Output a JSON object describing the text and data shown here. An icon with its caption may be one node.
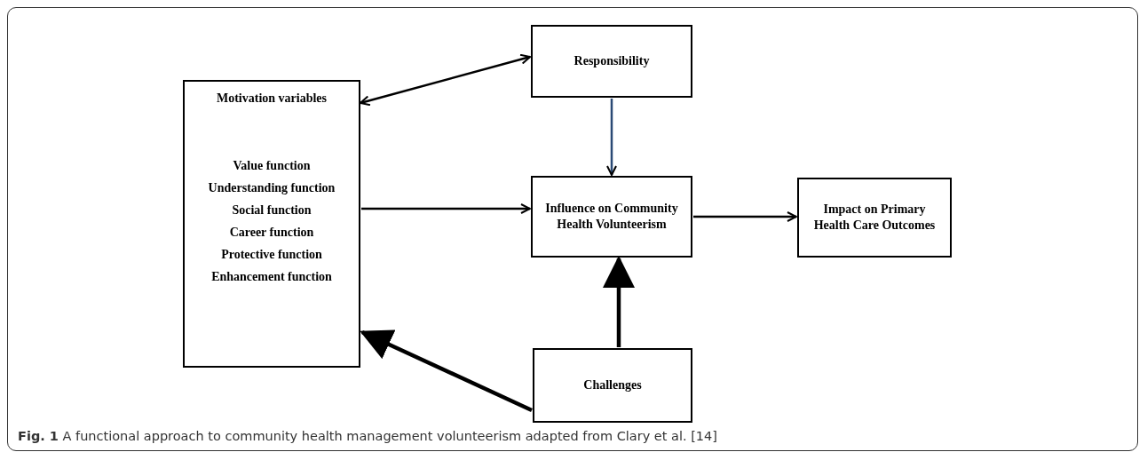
{
  "diagram": {
    "caption": "**Fig. 1** A functional approach to community health management volunteerism adapted from Clary et al. [14]",
    "nodes": [
      {
        "text": [
          "Motivation variables",
          "Value function",
          "Understanding function",
          "Social function",
          "Career function",
          "Protective function",
          "Enhancement function"
        ]
      },
      {
        "text": [
          "Responsibility"
        ]
      },
      {
        "text": [
          "Influence on Community Health Volunteerism"
        ]
      },
      {
        "text": [
          "Impact on Primary Health Care Outcomes"
        ]
      },
      {
        "text": [
          "Challenges"
        ]
      }
    ],
    "edges": [
      {
        "from": 0,
        "to": 1,
        "arrow": "both"
      },
      {
        "from": 1,
        "to": 2,
        "arrow": "to",
        "color": "#2b4a75"
      },
      {
        "from": 0,
        "to": 2,
        "arrow": "to"
      },
      {
        "from": 2,
        "to": 3,
        "arrow": "to"
      },
      {
        "from": 4,
        "to": 2,
        "arrow": "to",
        "style": "thick"
      },
      {
        "from": 4,
        "to": 0,
        "arrow": "to",
        "style": "thick"
      }
    ]
  }
}
